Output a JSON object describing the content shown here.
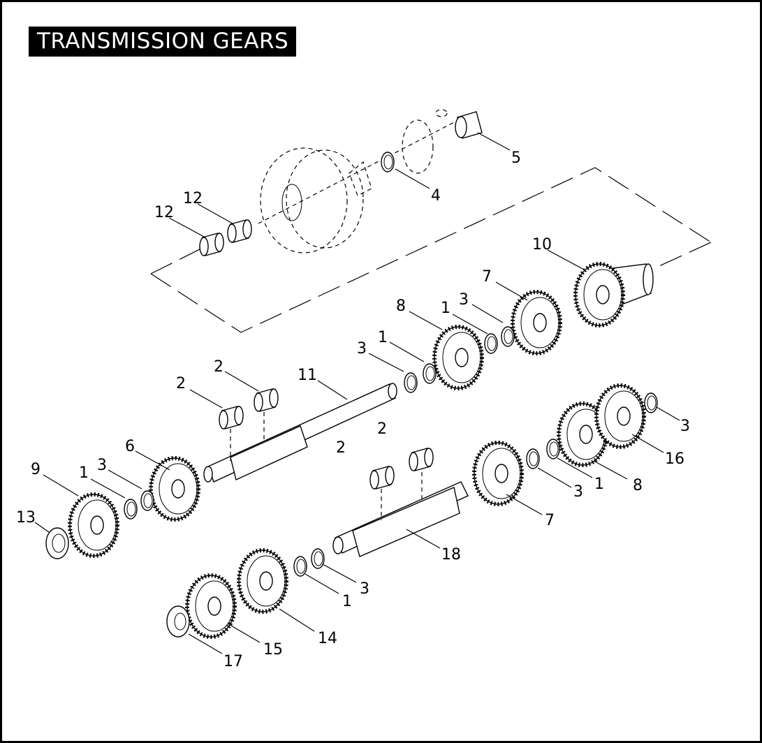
{
  "title": "TRANSMISSION GEARS",
  "colors": {
    "ink": "#000000",
    "paper": "#ffffff"
  },
  "callouts": [
    {
      "id": "c5",
      "label": "5"
    },
    {
      "id": "c4",
      "label": "4"
    },
    {
      "id": "c12a",
      "label": "12"
    },
    {
      "id": "c12b",
      "label": "12"
    },
    {
      "id": "c10",
      "label": "10"
    },
    {
      "id": "c7a",
      "label": "7"
    },
    {
      "id": "c8a",
      "label": "8"
    },
    {
      "id": "c1a",
      "label": "1"
    },
    {
      "id": "c3a",
      "label": "3"
    },
    {
      "id": "c1b",
      "label": "1"
    },
    {
      "id": "c3b",
      "label": "3"
    },
    {
      "id": "c11",
      "label": "11"
    },
    {
      "id": "c2a",
      "label": "2"
    },
    {
      "id": "c2b",
      "label": "2"
    },
    {
      "id": "c2c",
      "label": "2"
    },
    {
      "id": "c2d",
      "label": "2"
    },
    {
      "id": "c6",
      "label": "6"
    },
    {
      "id": "c3c",
      "label": "3"
    },
    {
      "id": "c1c",
      "label": "1"
    },
    {
      "id": "c9",
      "label": "9"
    },
    {
      "id": "c13",
      "label": "13"
    },
    {
      "id": "c3d",
      "label": "3"
    },
    {
      "id": "c16",
      "label": "16"
    },
    {
      "id": "c8b",
      "label": "8"
    },
    {
      "id": "c1d",
      "label": "1"
    },
    {
      "id": "c3e",
      "label": "3"
    },
    {
      "id": "c7b",
      "label": "7"
    },
    {
      "id": "c18",
      "label": "18"
    },
    {
      "id": "c3f",
      "label": "3"
    },
    {
      "id": "c1e",
      "label": "1"
    },
    {
      "id": "c14",
      "label": "14"
    },
    {
      "id": "c15",
      "label": "15"
    },
    {
      "id": "c17",
      "label": "17"
    }
  ]
}
